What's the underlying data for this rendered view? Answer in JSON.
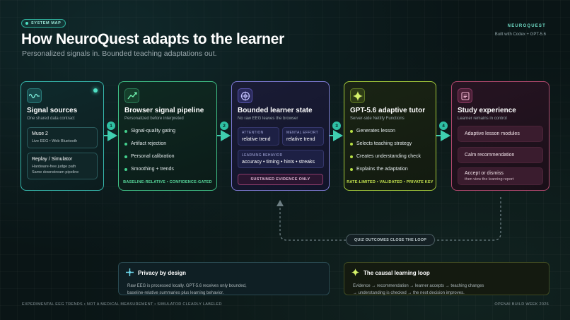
{
  "header": {
    "badge": "SYSTEM MAP",
    "title": "How NeuroQuest adapts to the learner",
    "subtitle": "Personalized signals in. Bounded teaching adaptations out.",
    "brand": "NEUROQUEST",
    "built_with": "Built with Codex + GPT-5.6"
  },
  "colors": {
    "teal": "#36b8ad",
    "green": "#3fbf86",
    "violet": "#7f7bd6",
    "lime": "#a3c93a",
    "magenta": "#b2486e"
  },
  "steps": [
    "1",
    "2",
    "3",
    "4"
  ],
  "cards": {
    "sources": {
      "icon": "waveform-icon",
      "title": "Signal sources",
      "subtitle": "One shared data contract",
      "items": [
        {
          "title": "Muse 2",
          "detail": "Live EEG • Web Bluetooth",
          "detail2": ""
        },
        {
          "title": "Replay / Simulator",
          "detail": "Hardware-free judge path",
          "detail2": "Same downstream pipeline"
        }
      ]
    },
    "pipeline": {
      "icon": "trend-chart-icon",
      "title": "Browser signal pipeline",
      "subtitle": "Personalized before interpreted",
      "bullets": [
        "Signal-quality gating",
        "Artifact rejection",
        "Personal calibration",
        "Smoothing + trends"
      ],
      "footer": "BASELINE-RELATIVE • CONFIDENCE-GATED"
    },
    "state": {
      "icon": "target-icon",
      "title": "Bounded learner state",
      "subtitle": "No raw EEG leaves the browser",
      "attention_label": "ATTENTION",
      "attention_value": "relative trend",
      "effort_label": "MENTAL EFFORT",
      "effort_value": "relative trend",
      "behavior_label": "LEARNING BEHAVIOR",
      "behavior_value": "accuracy • timing • hints • streaks",
      "footer": "SUSTAINED EVIDENCE ONLY"
    },
    "tutor": {
      "icon": "sparkle-icon",
      "title": "GPT-5.6 adaptive tutor",
      "subtitle": "Server-side Netlify Functions",
      "bullets": [
        "Generates lesson",
        "Selects teaching strategy",
        "Creates understanding check",
        "Explains the adaptation"
      ],
      "footer": "RATE-LIMITED • VALIDATED • PRIVATE KEY"
    },
    "experience": {
      "icon": "document-icon",
      "title": "Study experience",
      "subtitle": "Learner remains in control",
      "items": [
        {
          "title": "Adaptive lesson modules",
          "detail": ""
        },
        {
          "title": "Calm recommendation",
          "detail": ""
        },
        {
          "title": "Accept or dismiss",
          "detail": "then view the learning report"
        }
      ]
    }
  },
  "loop_label": "QUIZ OUTCOMES CLOSE THE LOOP",
  "panels": {
    "privacy": {
      "icon": "crosshair-icon",
      "title": "Privacy by design",
      "line1": "Raw EEG is processed locally. GPT-5.6 receives only bounded,",
      "line2": "baseline-relative summaries plus learning behavior."
    },
    "loop": {
      "icon": "sparkle-icon",
      "title": "The causal learning loop",
      "line1": "Evidence → recommendation → learner accepts → teaching changes",
      "line2": "→ understanding is checked → the next decision improves."
    }
  },
  "footer": {
    "left": "EXPERIMENTAL EEG TRENDS • NOT A MEDICAL MEASUREMENT • SIMULATOR CLEARLY LABELED",
    "right": "OPENAI BUILD WEEK 2026"
  }
}
